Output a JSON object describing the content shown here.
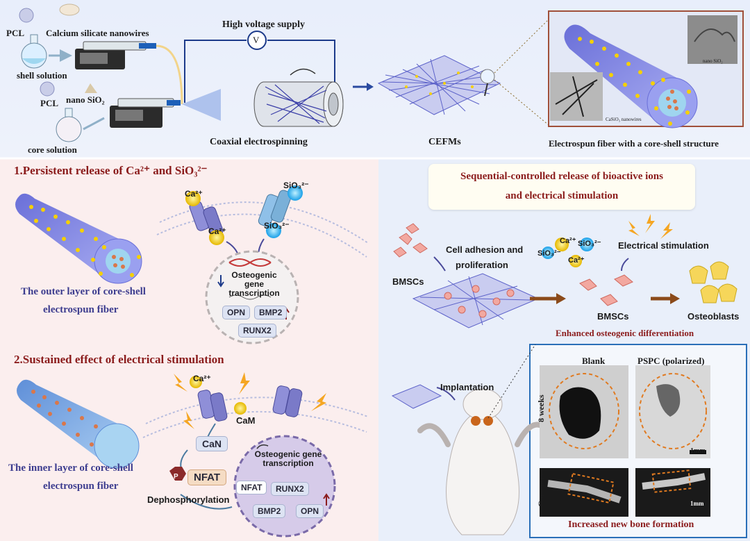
{
  "top": {
    "pcl_a": "PCL",
    "calcium_silicate": "Calcium silicate nanowires",
    "shell_solution": "shell solution",
    "pcl_b": "PCL",
    "nano_sio2": "nano SiO₂",
    "core_solution": "core solution",
    "high_voltage": "High voltage supply",
    "voltmeter_symbol": "V",
    "coaxial": "Coaxial electrospinning",
    "cefms": "CEFMs",
    "core_shell_caption": "Electrospun fiber with a core-shell structure",
    "inset_sio2": "nano SiO₂",
    "inset_casio3": "CaSiO₃ nanowires"
  },
  "section1": {
    "title": "1.Persistent release of Ca²⁺ and SiO₃²⁻",
    "ion_ca_top": "Ca²⁺",
    "ion_ca_bottom": "Ca²⁺",
    "ion_sio3_top": "SiO₃²⁻",
    "ion_sio3_bottom": "SiO₃²⁻",
    "gene_title": "Osteogenic gene transcription",
    "opn": "OPN",
    "bmp2": "BMP2",
    "runx2": "RUNX2",
    "fiber_caption_1": "The outer layer of core-shell",
    "fiber_caption_2": "electrospun fiber"
  },
  "section2": {
    "title": "2.Sustained effect of electrical stimulation",
    "ca": "Ca²⁺",
    "cam": "CaM",
    "can": "CaN",
    "nfat": "NFAT",
    "p": "P",
    "dephos": "Dephosphorylation",
    "gene_title": "Osteogenic gene transcription",
    "nfat_in": "NFAT",
    "runx2": "RUNX2",
    "bmp2": "BMP2",
    "opn": "OPN",
    "fiber_caption_1": "The inner layer of core-shell",
    "fiber_caption_2": "electrospun fiber"
  },
  "right": {
    "sequential_1": "Sequential-controlled release of bioactive ions",
    "sequential_2": "and electrical stimulation",
    "cell_adhesion_1": "Cell adhesion and",
    "cell_adhesion_2": "proliferation",
    "bmscs_a": "BMSCs",
    "ion_ca_a": "Ca²⁺",
    "ion_sio3_a": "SiO₃²⁻",
    "ion_sio3_b": "SiO₃²⁻",
    "ion_ca_b": "Ca²⁺",
    "electrical": "Electrical stimulation",
    "bmscs_b": "BMSCs",
    "osteoblasts": "Osteoblasts",
    "enhanced": "Enhanced osteogenic differentiation",
    "implantation": "Implantation",
    "blank": "Blank",
    "pspc": "PSPC (polarized)",
    "weeks": "8 weeks",
    "coronary": "Coronary",
    "scale_a": "1mm",
    "scale_b": "1mm",
    "increased": "Increased new bone formation"
  },
  "colors": {
    "title_red": "#8b1c1c",
    "caption_blue": "#3d3d8f",
    "fiber_purple": "#8f93e8",
    "yellow_dot": "#f5d000",
    "orange_dot": "#d9774a",
    "panel_pink": "#fbeeee",
    "panel_blue": "#e9effa"
  }
}
